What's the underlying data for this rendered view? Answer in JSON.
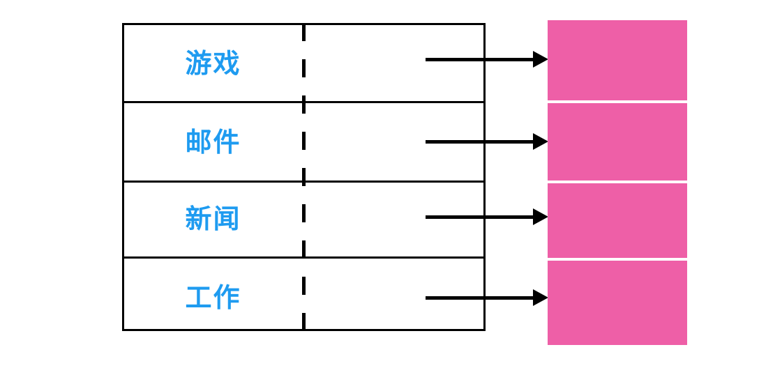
{
  "diagram": {
    "title": "Task category mapping diagram",
    "colors": {
      "label_blue": "#1e9bf0",
      "block_pink": "#ee5fa7",
      "line_black": "#000000",
      "background": "#ffffff"
    },
    "table": {
      "name": "category-table",
      "border_style": "solid-black",
      "split_style": "vertical-dashed",
      "rows": [
        {
          "label": "游戏",
          "arrow": "arrow-right",
          "target": "pink-block-1"
        },
        {
          "label": "邮件",
          "arrow": "arrow-right",
          "target": "pink-block-2"
        },
        {
          "label": "新闻",
          "arrow": "arrow-right",
          "target": "pink-block-3"
        },
        {
          "label": "工作",
          "arrow": "arrow-right",
          "target": "pink-block-4"
        }
      ]
    },
    "blocks": [
      {
        "name": "pink-block-1",
        "label": ""
      },
      {
        "name": "pink-block-2",
        "label": ""
      },
      {
        "name": "pink-block-3",
        "label": ""
      },
      {
        "name": "pink-block-4",
        "label": ""
      }
    ]
  }
}
